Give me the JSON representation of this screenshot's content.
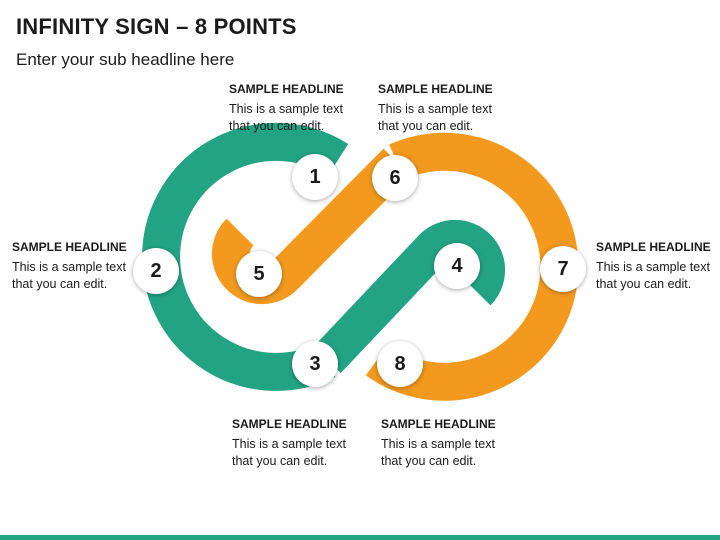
{
  "title": "INFINITY SIGN – 8 POINTS",
  "subtitle": "Enter your sub headline here",
  "colors": {
    "teal": "#22A384",
    "orange": "#F39A1E"
  },
  "points": [
    {
      "number": "1",
      "headline": "SAMPLE HEADLINE",
      "line1": "This is a sample text",
      "line2": "that you can edit."
    },
    {
      "number": "2",
      "headline": "SAMPLE HEADLINE",
      "line1": "This is a sample text",
      "line2": "that you can edit."
    },
    {
      "number": "3",
      "headline": "SAMPLE HEADLINE",
      "line1": "This is a sample text",
      "line2": "that you can edit."
    },
    {
      "number": "4"
    },
    {
      "number": "5"
    },
    {
      "number": "6",
      "headline": "SAMPLE HEADLINE",
      "line1": "This is a sample text",
      "line2": "that you can edit."
    },
    {
      "number": "7",
      "headline": "SAMPLE HEADLINE",
      "line1": "This is a sample text",
      "line2": "that you can edit."
    },
    {
      "number": "8",
      "headline": "SAMPLE HEADLINE",
      "line1": "This is a sample text",
      "line2": "that you can edit."
    }
  ]
}
